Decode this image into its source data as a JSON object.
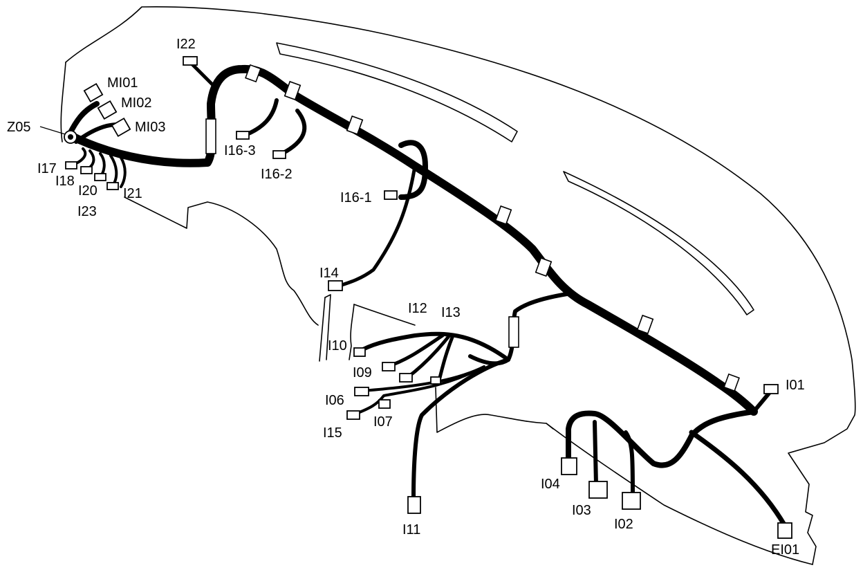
{
  "labels": {
    "i22": "I22",
    "mi01": "MI01",
    "mi02": "MI02",
    "mi03": "MI03",
    "z05": "Z05",
    "i17": "I17",
    "i18": "I18",
    "i20": "I20",
    "i21": "I21",
    "i23": "I23",
    "i16_3": "I16-3",
    "i16_2": "I16-2",
    "i16_1": "I16-1",
    "i14": "I14",
    "i12": "I12",
    "i13": "I13",
    "i10": "I10",
    "i09": "I09",
    "i06": "I06",
    "i15": "I15",
    "i07": "I07",
    "i11": "I11",
    "i04": "I04",
    "i03": "I03",
    "i02": "I02",
    "i01": "I01",
    "ei01": "EI01"
  }
}
